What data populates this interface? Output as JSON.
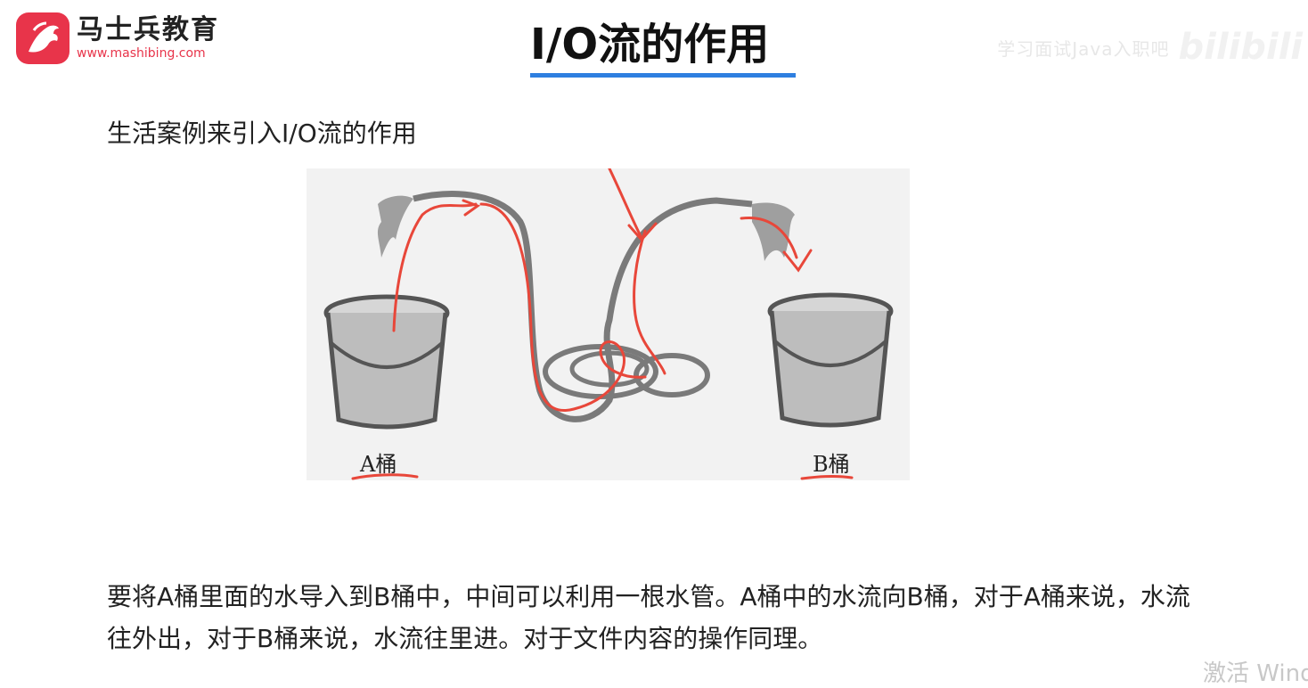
{
  "logo": {
    "name": "马士兵教育",
    "url": "www.mashibing.com"
  },
  "header": {
    "title": "I/O流的作用"
  },
  "watermark": {
    "text": "学习面试Java入职吧",
    "brand": "bilibili"
  },
  "content": {
    "subtitle": "生活案例来引入I/O流的作用",
    "figure": {
      "label_a": "A桶",
      "label_b": "B桶"
    },
    "paragraph": "要将A桶里面的水导入到B桶中，中间可以利用一根水管。A桶中的水流向B桶，对于A桶来说，水流往外出，对于B桶来说，水流往里进。对于文件内容的操作同理。"
  },
  "os_overlay": {
    "activate_text": "激活 Wind"
  },
  "colors": {
    "brand_red": "#e8344a",
    "title_underline": "#2e7fe0",
    "annotation_red": "#e8473a"
  }
}
